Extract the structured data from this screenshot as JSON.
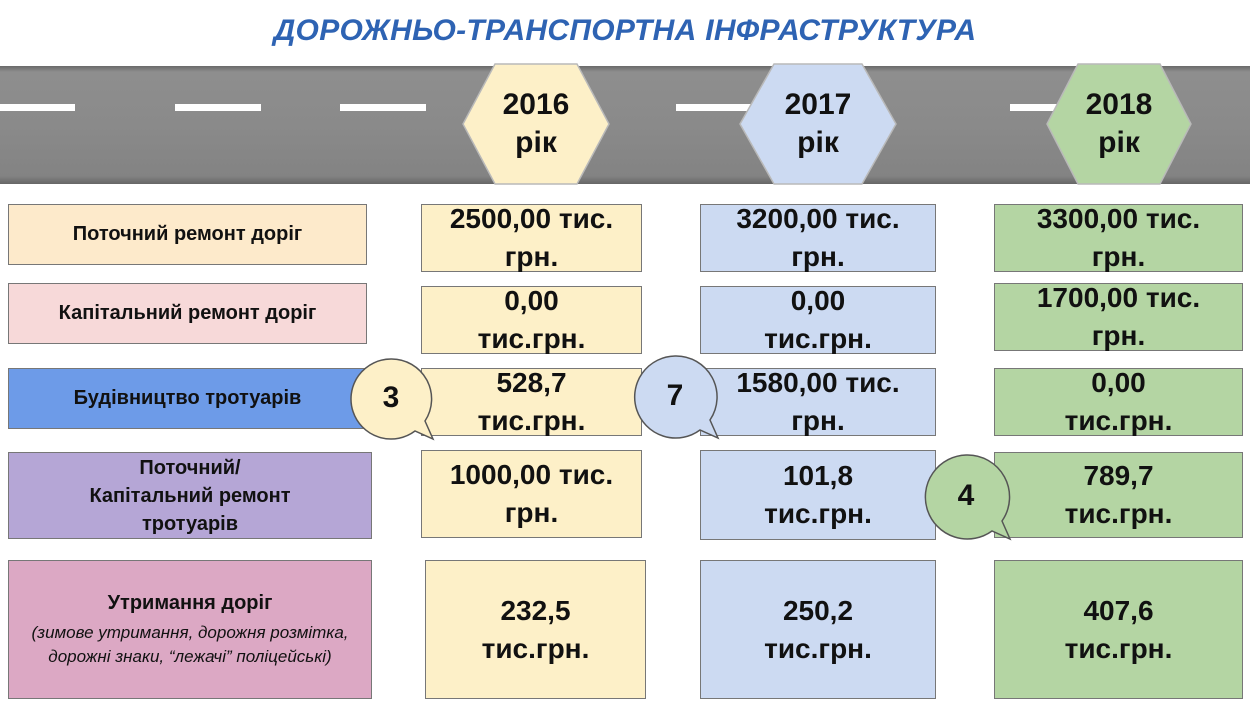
{
  "title": "ДОРОЖНЬО-ТРАНСПОРТНА ІНФРАСТРУКТУРА",
  "colors": {
    "title": "#2e63b3",
    "y2016": "#fdf0c8",
    "y2017": "#ccdaf2",
    "y2018": "#b4d5a3"
  },
  "years": [
    {
      "label": "2016\nрік"
    },
    {
      "label": "2017\nрік"
    },
    {
      "label": "2018\nрік"
    }
  ],
  "rows": [
    {
      "label": "Поточний ремонт доріг",
      "values": [
        "2500,00 тис.\nгрн.",
        "3200,00 тис.\nгрн.",
        "3300,00 тис.\nгрн."
      ]
    },
    {
      "label": "Капітальний ремонт доріг",
      "values": [
        "0,00\nтис.грн.",
        "0,00\nтис.грн.",
        "1700,00  тис.\nгрн."
      ]
    },
    {
      "label": "Будівництво  тротуарів",
      "values": [
        "528,7\nтис.грн.",
        "1580,00 тис.\nгрн.",
        "0,00\nтис.грн."
      ]
    },
    {
      "label": "Поточний/\nКапітальний ремонт\nтротуарів",
      "values": [
        "1000,00 тис.\nгрн.",
        "101,8\nтис.грн.",
        "789,7\nтис.грн."
      ]
    },
    {
      "label": "Утримання доріг",
      "sublabel": "(зимове утримання, дорожня розмітка, дорожні знаки, “лежачі” поліцейські)",
      "values": [
        "232,5\nтис.грн.",
        "250,2\nтис.грн.",
        "407,6\nтис.грн."
      ]
    }
  ],
  "bubbles": [
    "3",
    "7",
    "4"
  ]
}
